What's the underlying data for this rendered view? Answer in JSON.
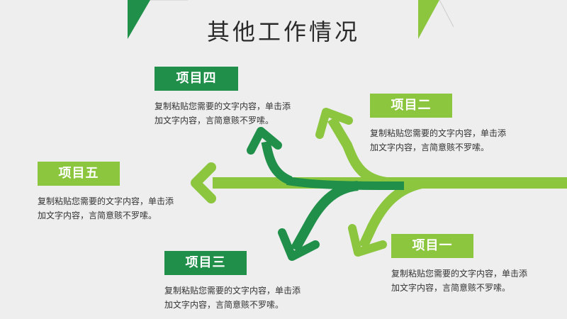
{
  "title": "其他工作情况",
  "colors": {
    "dark_green": "#1f8f4a",
    "light_green": "#8cc63f",
    "background": "#eeeeee"
  },
  "items": [
    {
      "label": "项目一",
      "color": "#1f8f4a",
      "desc_line1": "复制粘贴您需要的文字内容，单击添",
      "desc_line2": "加文字内容，言简意赅不罗嗦。"
    },
    {
      "label": "项目二",
      "color": "#8cc63f",
      "desc_line1": "复制粘贴您需要的文字内容，单击添",
      "desc_line2": "加文字内容，言简意赅不罗嗦。"
    },
    {
      "label": "项目三",
      "color": "#1f8f4a",
      "desc_line1": "复制粘贴您需要的文字内容，单击添",
      "desc_line2": "加文字内容，言简意赅不罗嗦。"
    },
    {
      "label": "项目四",
      "color": "#1f8f4a",
      "desc_line1": "复制粘贴您需要的文字内容，单击添",
      "desc_line2": "加文字内容，言简意赅不罗嗦。"
    },
    {
      "label": "项目五",
      "color": "#8cc63f",
      "desc_line1": "复制粘贴您需要的文字内容，单击添",
      "desc_line2": "加文字内容，言简意赅不罗嗦。"
    }
  ]
}
